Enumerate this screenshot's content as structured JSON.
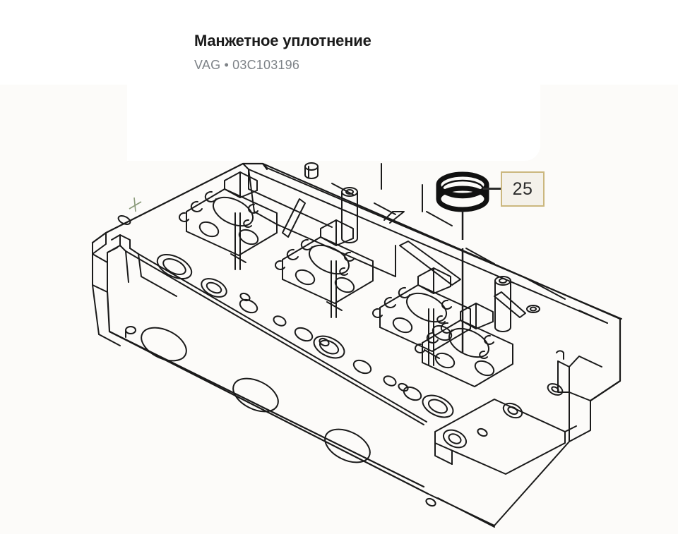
{
  "header": {
    "title": "Манжетное уплотнение",
    "brand": "VAG",
    "separator": "•",
    "part_number": "03C103196",
    "subtitle": "VAG • 03C103196"
  },
  "callout": {
    "number": "25",
    "border_color": "#cbb77e",
    "fill_color": "#f4f1ea",
    "text_color": "#2b2b2b"
  },
  "diagram": {
    "name": "cylinder-head-exploded-view",
    "highlighted_part_name": "oil-seal-ring",
    "line_color": "#1a1a1a",
    "background_color": "#ffffff"
  },
  "colors": {
    "page_background": "#ffffff",
    "wash_background": "#fcfbf9",
    "title": "#1b1b1b",
    "subtitle": "#7d8287"
  }
}
